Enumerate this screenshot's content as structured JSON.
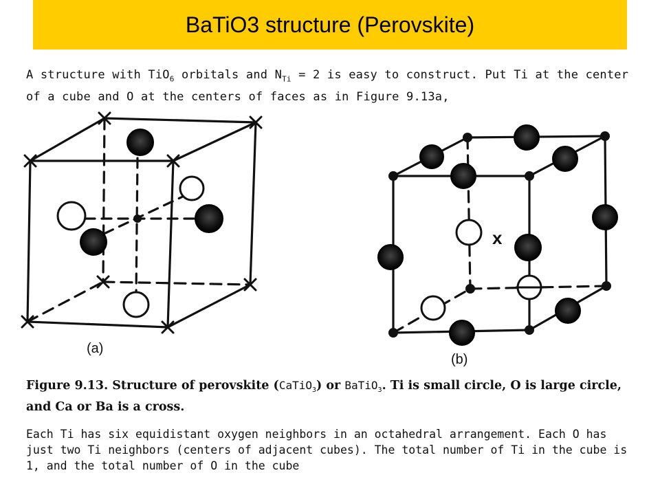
{
  "slide": {
    "title": "BaTiO3 structure (Perovskite)"
  },
  "intro": {
    "part1": "A structure with ",
    "tio": "TiO",
    "tio_sub": "6",
    "part2": " orbitals and N",
    "nti_sub": "Ti",
    "part3": " = 2 is easy to construct. Put Ti at the center of a cube and O at the centers of faces as in Figure 9.13a,"
  },
  "figure": {
    "label_a": "(a)",
    "label_b": "(b)",
    "cross_marker": "x"
  },
  "caption": {
    "lead": "Figure 9.13. Structure of perovskite (",
    "formula1": "CaTiO",
    "formula1_sub": "3",
    "mid": ") or ",
    "formula2": "BaTiO",
    "formula2_sub": "3",
    "tail": ". Ti is small circle, O is large circle, and Ca or Ba is a cross."
  },
  "body": {
    "text": "Each Ti has six equidistant oxygen neighbors in an octahedral arrangement. Each O has just two Ti neighbors (centers of adjacent cubes). The total number of Ti in the cube is 1, and the total number of O in the cube"
  }
}
